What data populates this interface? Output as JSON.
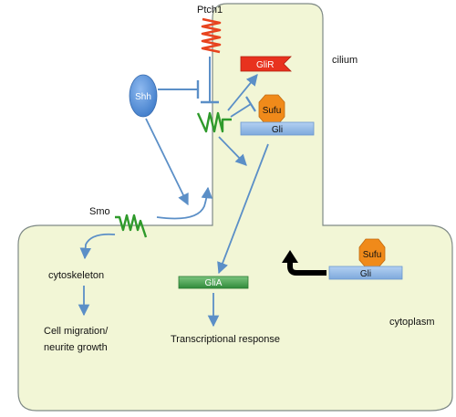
{
  "labels": {
    "ptch1": "Ptch1",
    "glir": "GliR",
    "cilium": "cilium",
    "shh": "Shh",
    "sufu_cilium": "Sufu",
    "gli_cilium": "Gli",
    "smo": "Smo",
    "cytoskeleton": "cytoskeleton",
    "glia": "GliA",
    "sufu_cytoplasm": "Sufu",
    "gli_cytoplasm": "Gli",
    "cell_migration_line1": "Cell migration/",
    "cell_migration_line2": "neurite growth",
    "transcriptional_response": "Transcriptional response",
    "cytoplasm": "cytoplasm"
  },
  "colors": {
    "compartment_fill": "#f2f6d6",
    "compartment_stroke": "#7f8a86",
    "arrow": "#5b8fc7",
    "receptor_ptch1": "#e8431e",
    "receptor_smo": "#2f9a2b",
    "shh_fill": "#5a92d8",
    "sufu_fill": "#f08a1a",
    "gli_fill": "#8fb7e6",
    "glir_fill": "#e8321e",
    "glia_fill": "#3e9a4a",
    "black_arrow": "#000000"
  }
}
